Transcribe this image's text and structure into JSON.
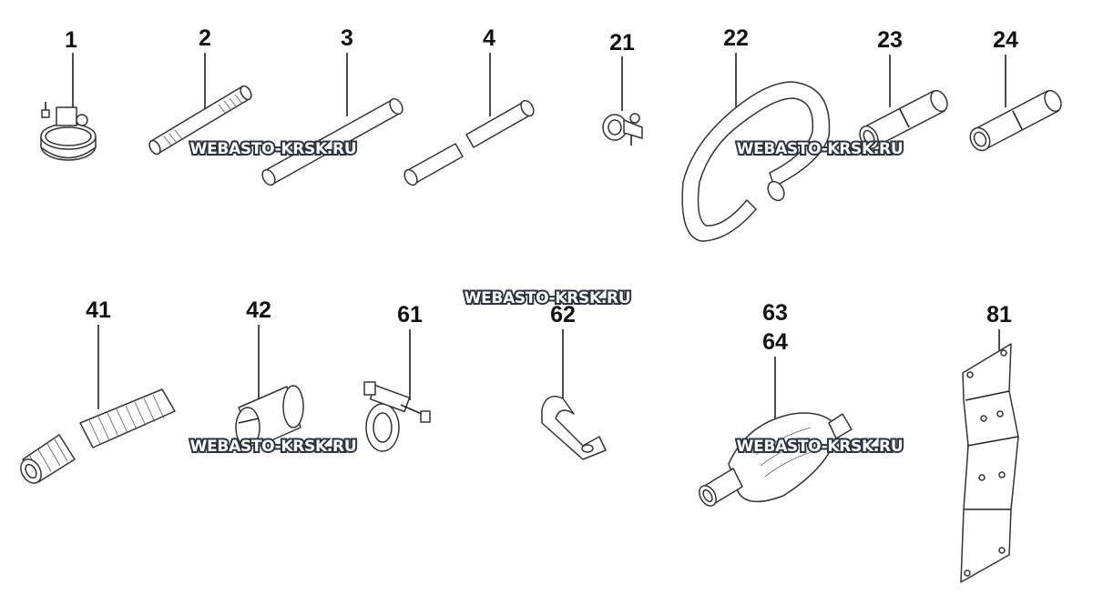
{
  "diagram": {
    "part_labels": [
      "1",
      "2",
      "3",
      "4",
      "21",
      "22",
      "23",
      "24",
      "41",
      "42",
      "61",
      "62",
      "63",
      "64",
      "81"
    ],
    "watermark": "WEBASTO-KRSK.RU",
    "colors": {
      "line": "#333333",
      "watermark_fill": "#ffffff",
      "watermark_outline": "#2b3440"
    }
  }
}
